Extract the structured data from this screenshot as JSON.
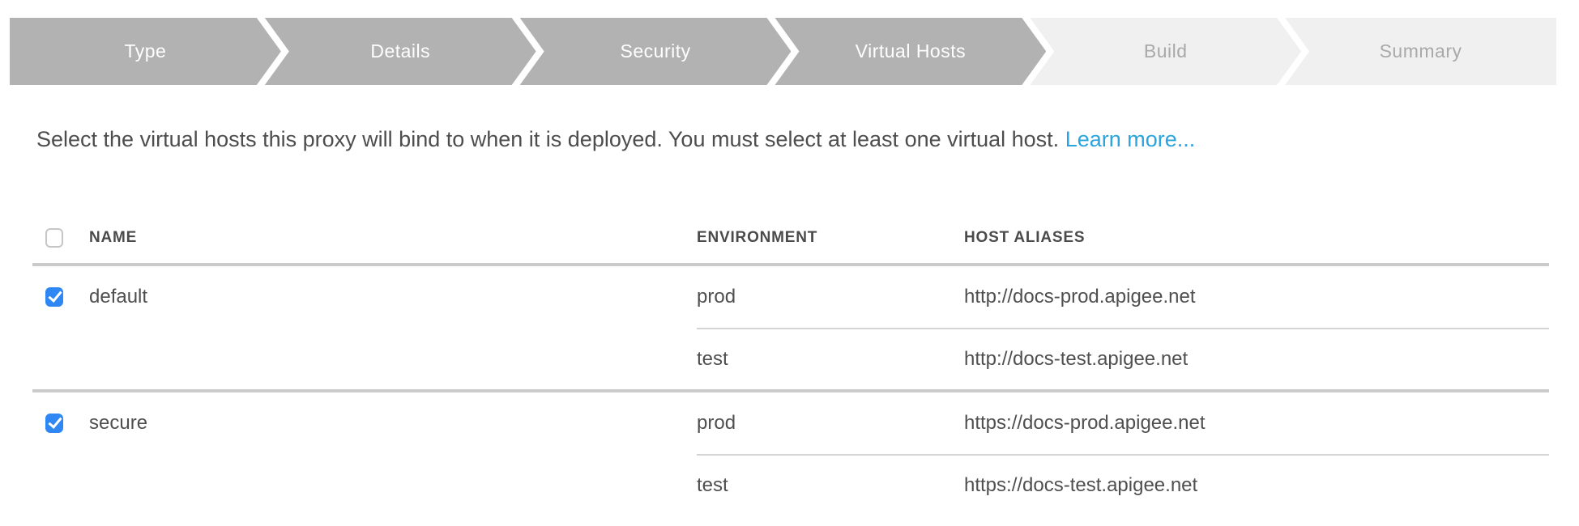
{
  "colors": {
    "step_active_bg": "#b2b2b2",
    "step_active_text": "#ffffff",
    "step_upcoming_bg": "#f0f0f0",
    "step_upcoming_text": "#a9a9a9",
    "link_blue": "#2ba3dd",
    "checkbox_checked": "#2e87f3"
  },
  "wizard": {
    "steps": [
      {
        "label": "Type",
        "state": "done"
      },
      {
        "label": "Details",
        "state": "done"
      },
      {
        "label": "Security",
        "state": "done"
      },
      {
        "label": "Virtual Hosts",
        "state": "current"
      },
      {
        "label": "Build",
        "state": "upcoming"
      },
      {
        "label": "Summary",
        "state": "upcoming"
      }
    ]
  },
  "description": {
    "text": "Select the virtual hosts this proxy will bind to when it is deployed. You must select at least one virtual host.",
    "link_label": "Learn more..."
  },
  "table": {
    "headers": {
      "name": "NAME",
      "environment": "ENVIRONMENT",
      "host_aliases": "HOST ALIASES"
    },
    "header_checkbox_checked": false,
    "rows": [
      {
        "name": "default",
        "checked": true,
        "environments": [
          {
            "environment": "prod",
            "host_alias": "http://docs-prod.apigee.net"
          },
          {
            "environment": "test",
            "host_alias": "http://docs-test.apigee.net"
          }
        ]
      },
      {
        "name": "secure",
        "checked": true,
        "environments": [
          {
            "environment": "prod",
            "host_alias": "https://docs-prod.apigee.net"
          },
          {
            "environment": "test",
            "host_alias": "https://docs-test.apigee.net"
          }
        ]
      }
    ]
  }
}
